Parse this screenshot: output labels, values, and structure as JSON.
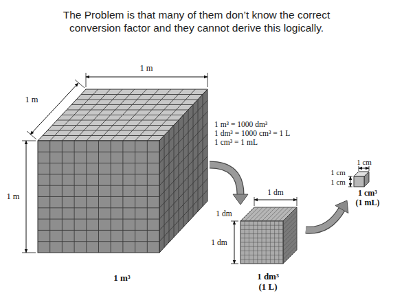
{
  "diagram": {
    "title": "The Problem is that many of them don’t know the correct conversion factor and they cannot derive this logically.",
    "nodes": [
      {
        "text": [
          "1 m³"
        ]
      },
      {
        "text": [
          "1 dm³",
          "(1 L)"
        ]
      },
      {
        "text": [
          "1 cm³",
          "(1 mL)"
        ]
      }
    ],
    "edges": [
      {
        "from": 0,
        "to": 1,
        "arrow": "to"
      },
      {
        "from": 1,
        "to": 2,
        "arrow": "to"
      }
    ],
    "labels": [
      "1 m",
      "1 m",
      "1 m",
      "1 m³ = 1000 dm³",
      "1 dm³ = 1000 cm³ = 1 L",
      "1 cm³ = 1 mL",
      "1 dm",
      "1 dm",
      "1 dm",
      "1 cm",
      "1 cm",
      "1 cm"
    ]
  }
}
